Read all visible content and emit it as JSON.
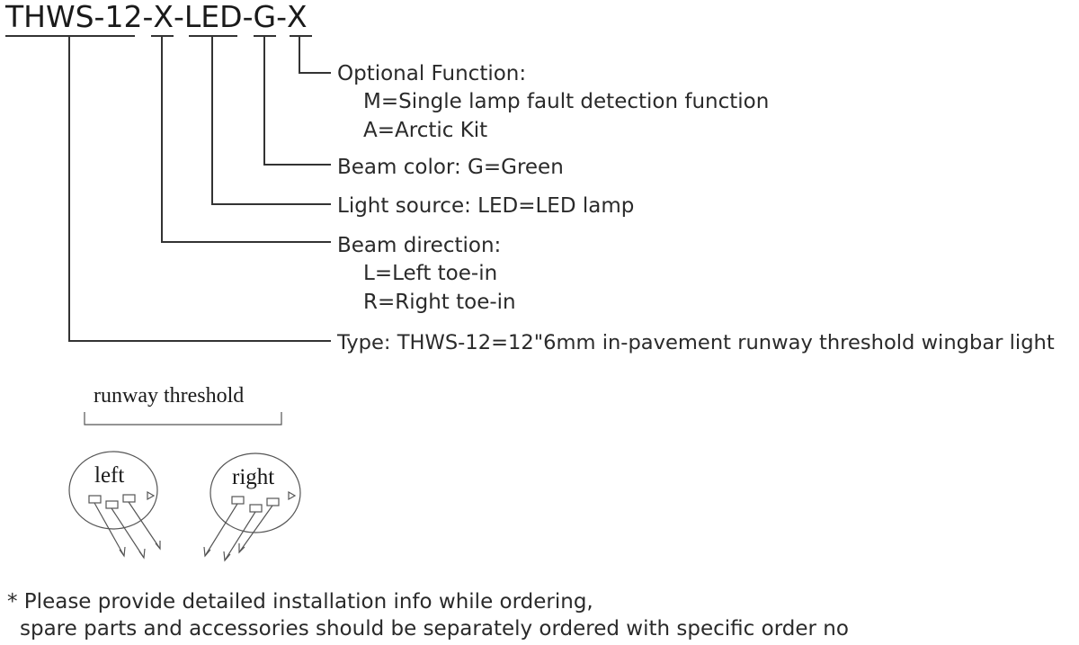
{
  "code": {
    "parts": [
      "THWS-12",
      "-",
      "X",
      "-",
      "LED",
      "-",
      "G",
      "-",
      "X"
    ]
  },
  "callouts": {
    "optional": {
      "title": "Optional Function:",
      "lines": [
        "M=Single lamp fault detection function",
        "A=Arctic Kit"
      ]
    },
    "beam_color": {
      "title": "Beam color: G=Green"
    },
    "light_source": {
      "title": "Light source: LED=LED lamp"
    },
    "beam_direction": {
      "title": "Beam direction:",
      "lines": [
        "L=Left toe-in",
        "R=Right toe-in"
      ]
    },
    "type": {
      "title": "Type: THWS-12=12\"6mm in-pavement runway threshold wingbar light"
    }
  },
  "illustration": {
    "threshold_label": "runway threshold",
    "left_label": "left",
    "right_label": "right"
  },
  "note": {
    "line1": "* Please provide detailed installation info while ordering,",
    "line2": "spare parts and accessories should be separately ordered with specific order no"
  }
}
